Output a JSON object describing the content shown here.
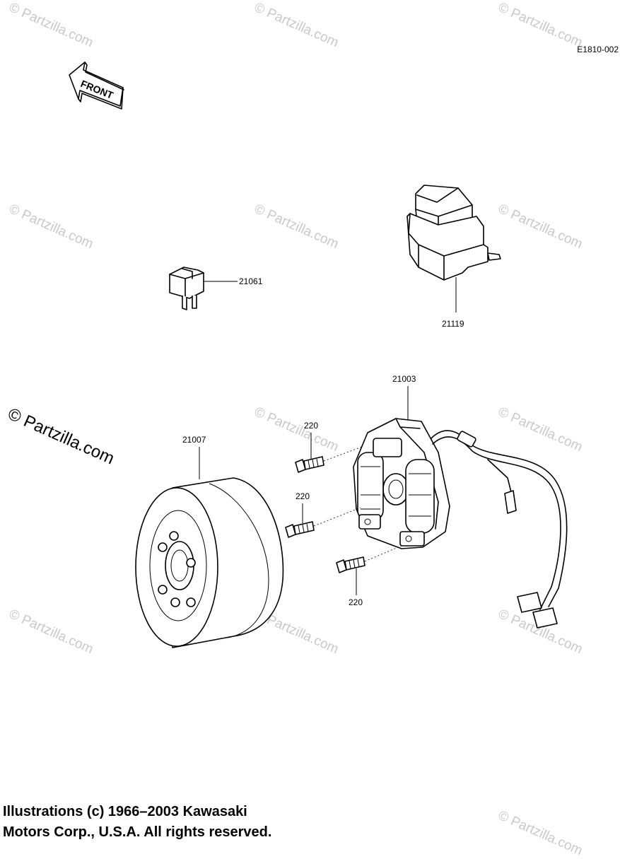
{
  "reference_code": "E1810-002",
  "front_label": "FRONT",
  "parts": [
    {
      "id": "21061",
      "label": "21061"
    },
    {
      "id": "21119",
      "label": "21119"
    },
    {
      "id": "21003",
      "label": "21003"
    },
    {
      "id": "21007",
      "label": "21007"
    },
    {
      "id": "220a",
      "label": "220"
    },
    {
      "id": "220b",
      "label": "220"
    },
    {
      "id": "220c",
      "label": "220"
    }
  ],
  "watermark": "© Partzilla.com",
  "copyright": {
    "line1": "Illustrations (c) 1966–2003 Kawasaki",
    "line2": "Motors Corp., U.S.A.  All rights reserved."
  }
}
